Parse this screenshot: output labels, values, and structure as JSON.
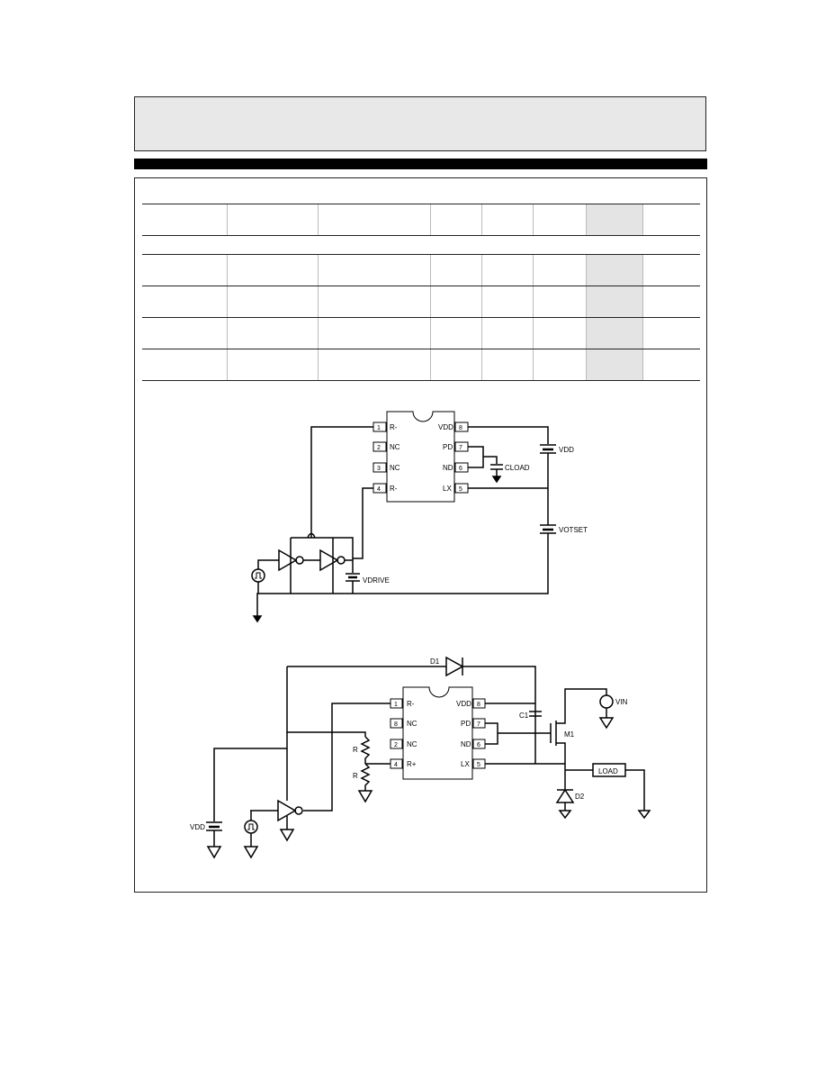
{
  "figure1": {
    "ic": {
      "pins": [
        {
          "num": "1",
          "label": "R-"
        },
        {
          "num": "2",
          "label": "NC"
        },
        {
          "num": "3",
          "label": "NC"
        },
        {
          "num": "4",
          "label": "R-"
        },
        {
          "num": "8",
          "label": "VDD"
        },
        {
          "num": "7",
          "label": "PD"
        },
        {
          "num": "6",
          "label": "ND"
        },
        {
          "num": "5",
          "label": "LX"
        }
      ]
    },
    "labels": {
      "vdd": "VDD",
      "cload": "CLOAD",
      "vtest": "VOTSET",
      "vdrive": "VDRIVE"
    }
  },
  "figure2": {
    "ic": {
      "pins": [
        {
          "num": "1",
          "label": "R-"
        },
        {
          "num": "8",
          "label": "NC"
        },
        {
          "num": "2",
          "label": "NC"
        },
        {
          "num": "4",
          "label": "R+"
        },
        {
          "num": "8",
          "label": "VDD"
        },
        {
          "num": "7",
          "label": "PD"
        },
        {
          "num": "6",
          "label": "ND"
        },
        {
          "num": "5",
          "label": "LX"
        }
      ]
    },
    "labels": {
      "d1": "D1",
      "c1": "C1",
      "m1": "M1",
      "vin": "VIN",
      "load": "LOAD",
      "d2": "D2",
      "r_top": "R",
      "r_bot": "R",
      "vdd": "VDD"
    }
  }
}
